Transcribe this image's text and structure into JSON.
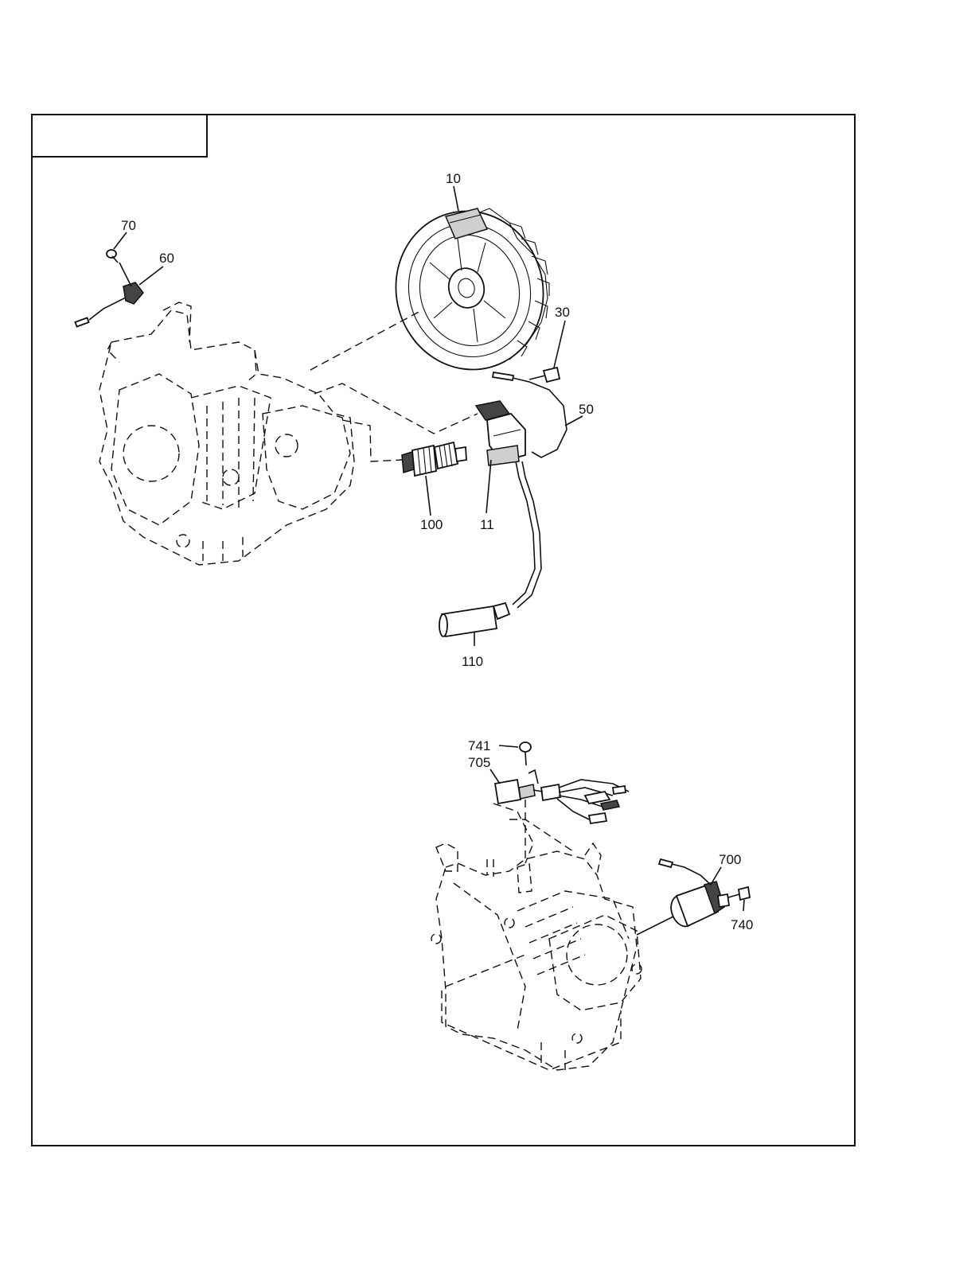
{
  "diagram": {
    "header_box": "",
    "callouts": {
      "c10": "10",
      "c70": "70",
      "c60": "60",
      "c30": "30",
      "c50": "50",
      "c100": "100",
      "c11": "11",
      "c110": "110",
      "c741": "741",
      "c705": "705",
      "c700": "700",
      "c740": "740"
    }
  }
}
